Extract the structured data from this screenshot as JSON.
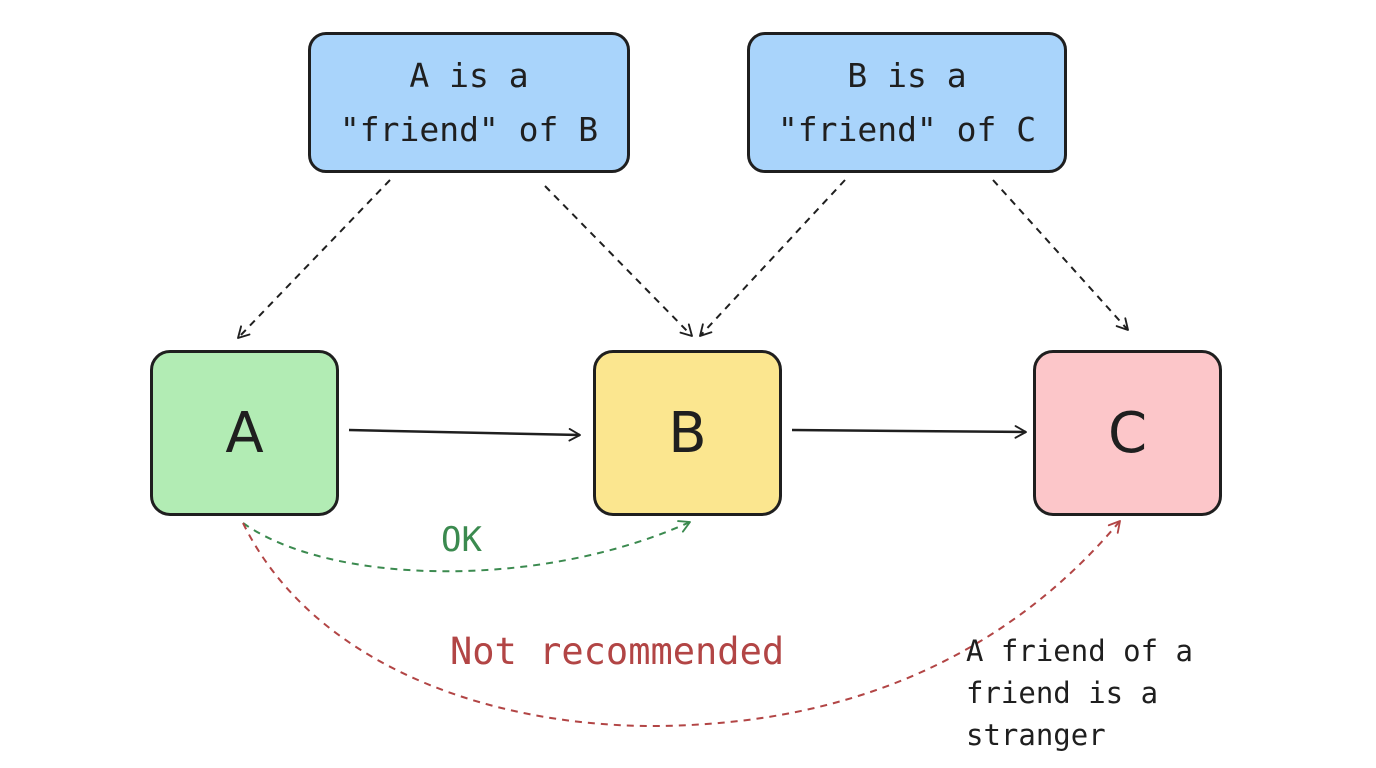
{
  "notes": {
    "a_friend_of_b": "A is a\n\"friend\" of B",
    "b_friend_of_c": "B is a\n\"friend\" of C"
  },
  "nodes": {
    "a": "A",
    "b": "B",
    "c": "C"
  },
  "labels": {
    "ok": "OK",
    "not_recommended": "Not recommended",
    "caption": "A friend of a\nfriend is a\nstranger"
  },
  "colors": {
    "note_fill": "#a9d4fb",
    "node_a_fill": "#b2ecb4",
    "node_b_fill": "#fbe68f",
    "node_c_fill": "#fcc6c9",
    "ok_green": "#3b8a4f",
    "warn_red": "#b24545",
    "ink": "#1f1f1f"
  }
}
